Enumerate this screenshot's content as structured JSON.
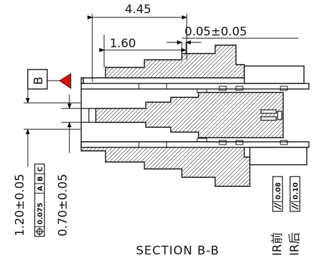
{
  "dims": {
    "top_overall": "4.45",
    "top_inner": "1.60",
    "top_tol": "0.05±0.05",
    "left_outer": "1.20±0.05",
    "left_inner": "0.70±0.05"
  },
  "datum": {
    "letter": "B"
  },
  "position_tol": {
    "value": "0.075",
    "datum_a": "A",
    "datum_b": "B",
    "datum_c": "C"
  },
  "parallel_tol": [
    {
      "value": "0.08",
      "label": "IR前"
    },
    {
      "value": "0.10",
      "label": "IR后"
    }
  ],
  "caption": "SECTION  B-B",
  "colors": {
    "datum_flag": "#e01010",
    "line": "#111111"
  }
}
